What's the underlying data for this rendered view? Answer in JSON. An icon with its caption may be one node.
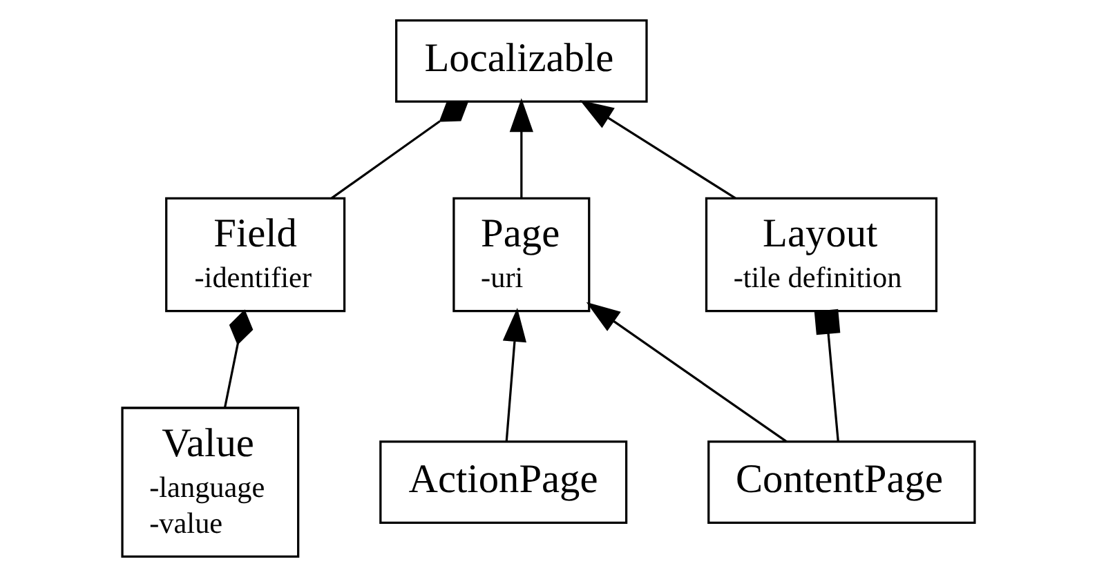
{
  "diagram": {
    "nodes": [
      {
        "text": [
          "Localizable"
        ]
      },
      {
        "text": [
          "Field",
          "-identifier"
        ]
      },
      {
        "text": [
          "Page",
          "-uri"
        ]
      },
      {
        "text": [
          "Layout",
          "-tile definition"
        ]
      },
      {
        "text": [
          "Value",
          "-language",
          "-value"
        ]
      },
      {
        "text": [
          "ActionPage"
        ]
      },
      {
        "text": [
          "ContentPage"
        ]
      }
    ],
    "edges": [
      {
        "from": 1,
        "to": 0,
        "arrow": "other"
      },
      {
        "from": 2,
        "to": 0,
        "arrow": "to"
      },
      {
        "from": 3,
        "to": 0,
        "arrow": "to"
      },
      {
        "from": 4,
        "to": 1,
        "arrow": "other"
      },
      {
        "from": 5,
        "to": 2,
        "arrow": "to"
      },
      {
        "from": 6,
        "to": 2,
        "arrow": "to"
      },
      {
        "from": 6,
        "to": 3,
        "arrow": "other"
      }
    ]
  }
}
